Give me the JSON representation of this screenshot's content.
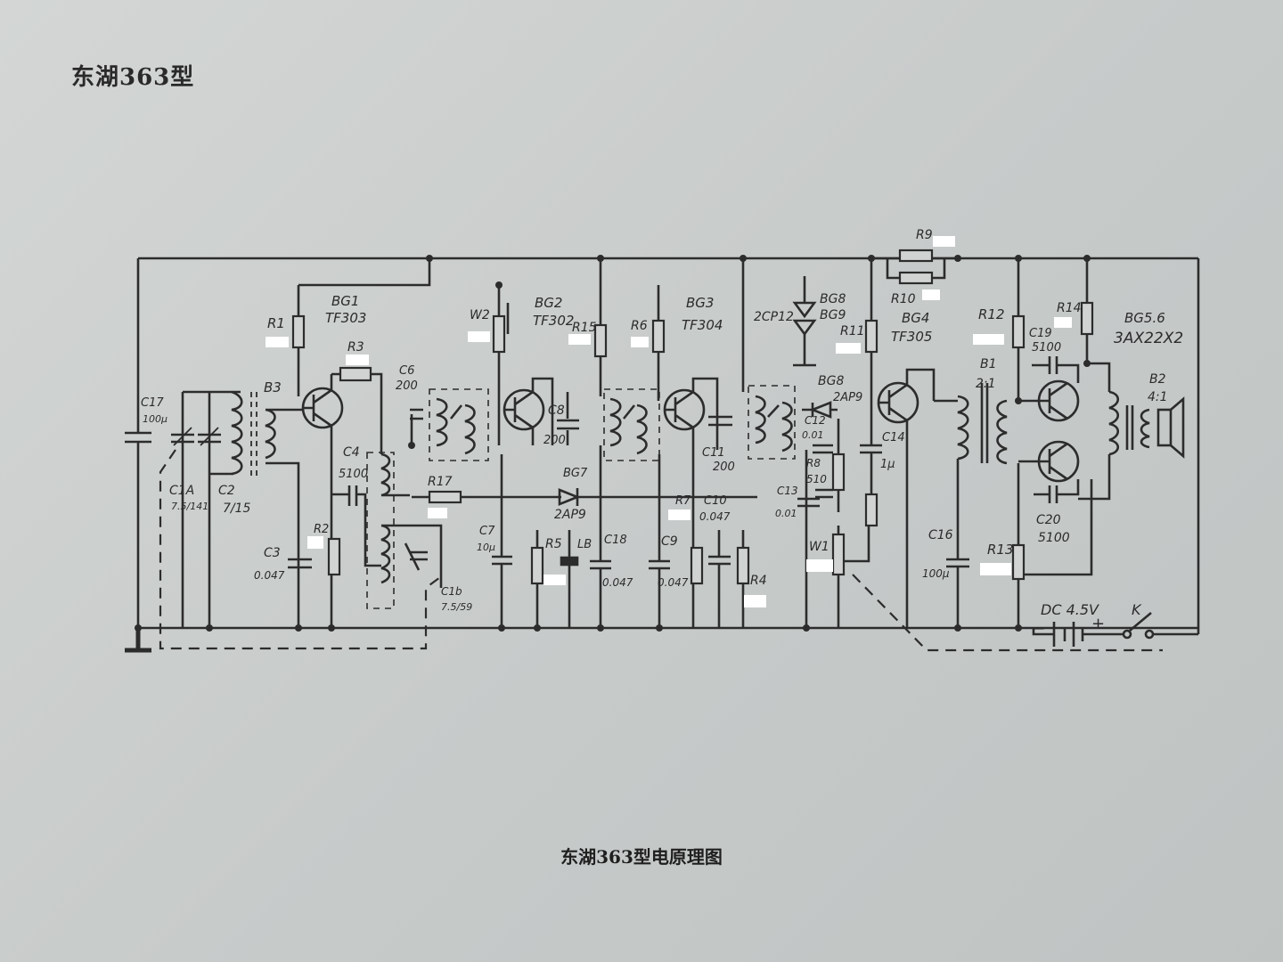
{
  "header": {
    "title": "东湖363型"
  },
  "caption": "东湖363型电原理图",
  "labels": {
    "bg1": "BG1",
    "bg1_type": "TF303",
    "bg2": "BG2",
    "bg2_type": "TF302",
    "bg3": "BG3",
    "bg3_type": "TF304",
    "bg4": "BG4",
    "bg4_type": "TF305",
    "bg56": "BG5.6",
    "bg56_type": "3AX22X2",
    "bg7": "BG7",
    "bg7_type": "2AP9",
    "bg8": "BG8",
    "bg8_type": "2AP9",
    "bg89": "BG8",
    "bg89b": "BG9",
    "bg89_type": "2CP12",
    "r1": "R1",
    "r2": "R2",
    "r3": "R3",
    "r4": "R4",
    "r5": "R5",
    "r6": "R6",
    "r7": "R7",
    "r8": "R8",
    "r8_val": "510",
    "r9": "R9",
    "r10": "R10",
    "r11": "R11",
    "r12": "R12",
    "r13": "R13",
    "r14": "R14",
    "r15": "R15",
    "r17": "R17",
    "w1": "W1",
    "w2": "W2",
    "c1a": "C1A",
    "c1a_val": "7.5/141",
    "c1b": "C1b",
    "c1b_val": "7.5/59",
    "c2": "C2",
    "c2_val": "7/15",
    "c3": "C3",
    "c3_val": "0.047",
    "c4": "C4",
    "c4_val": "5100",
    "c6": "C6",
    "c6_val": "200",
    "c7": "C7",
    "c7_val": "10μ",
    "c8": "C8",
    "c8_val": "200",
    "c9": "C9",
    "c9_val": "0.047",
    "c10": "C10",
    "c10_val": "0.047",
    "c11": "C11",
    "c11_val": "200",
    "c12": "C12",
    "c12_val": "0.01",
    "c13": "C13",
    "c13_val": "0.01",
    "c14": "C14",
    "c14_val": "1μ",
    "c16": "C16",
    "c16_val": "100μ",
    "c17": "C17",
    "c17_val": "100μ",
    "c18": "C18",
    "c18_val": "0.047",
    "c19": "C19",
    "c19_val": "5100",
    "c20": "C20",
    "c20_val": "5100",
    "b1": "B1",
    "b1_ratio": "2:1",
    "b2": "B2",
    "b2_ratio": "4:1",
    "b3": "B3",
    "lb": "LB",
    "dc": "DC 4.5V",
    "k": "K",
    "minus": "−",
    "plus": "+"
  }
}
